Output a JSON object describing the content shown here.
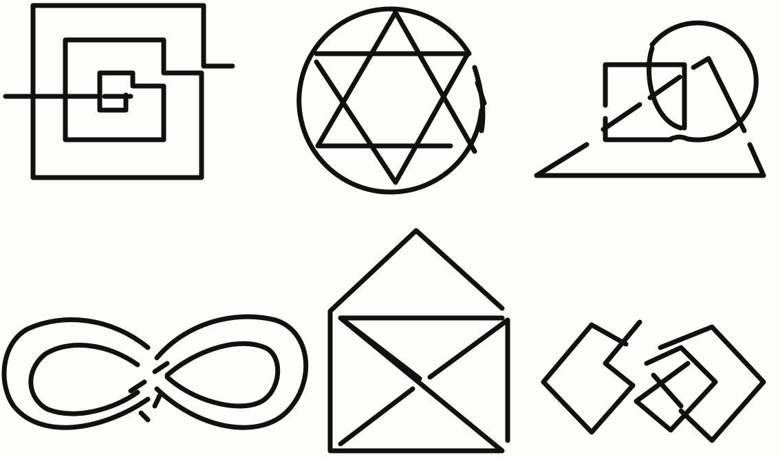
{
  "figure": {
    "ink_color": "#111111",
    "paper_color": "#fdfdfb",
    "panels": [
      {
        "id": "nested-square-spiral",
        "shape": "nested squares with a line threaded through"
      },
      {
        "id": "star-in-circle",
        "shape": "six-pointed star interlaced with a circle"
      },
      {
        "id": "triangle-square-circle",
        "shape": "triangle, square and circle interlinked"
      },
      {
        "id": "infinity-knot",
        "shape": "double-band figure-eight knot"
      },
      {
        "id": "envelope",
        "shape": "envelope drawn as one continuous line"
      },
      {
        "id": "three-linked-diamonds",
        "shape": "three interlocked diamonds"
      }
    ]
  }
}
